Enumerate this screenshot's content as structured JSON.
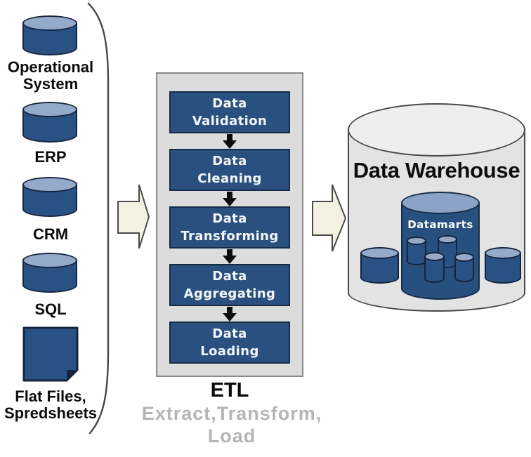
{
  "diagram": {
    "title": "ETL data warehouse flow"
  },
  "sources": {
    "items": [
      {
        "icon": "database-cylinder",
        "line1": "Operational",
        "line2": "System"
      },
      {
        "icon": "database-cylinder",
        "line1": "ERP",
        "line2": ""
      },
      {
        "icon": "database-cylinder",
        "line1": "CRM",
        "line2": ""
      },
      {
        "icon": "database-cylinder",
        "line1": "SQL",
        "line2": ""
      },
      {
        "icon": "flat-file",
        "line1": "Flat Files,",
        "line2": "Spredsheets"
      }
    ]
  },
  "etl": {
    "steps": [
      {
        "line1": "Data",
        "line2": "Validation"
      },
      {
        "line1": "Data",
        "line2": "Cleaning"
      },
      {
        "line1": "Data",
        "line2": "Transforming"
      },
      {
        "line1": "Data",
        "line2": "Aggregating"
      },
      {
        "line1": "Data",
        "line2": "Loading"
      }
    ],
    "title": "ETL",
    "subtitle": {
      "line1": "Extract,Transform,",
      "line2": "Load"
    }
  },
  "warehouse": {
    "title": "Data Warehouse",
    "datamarts_label": "Datamarts"
  },
  "colors": {
    "primary_blue": "#2a5183",
    "cylinder_top_blue": "#93aacb",
    "outline_navy": "#16243e",
    "panel_gray": "#dcdcdc",
    "warehouse_gray": "#e3e3e3",
    "arrow_fill": "#f3f1e2",
    "subtitle_gray": "#b5b5b5"
  }
}
